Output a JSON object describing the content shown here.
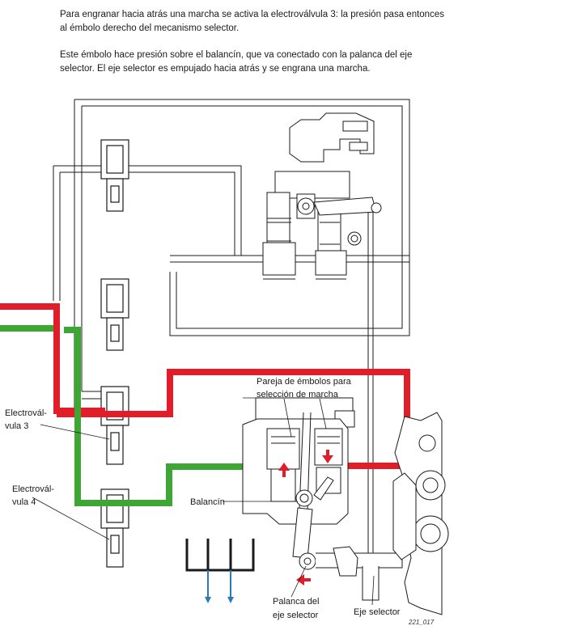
{
  "text": {
    "paragraph_1": "Para engranar hacia atrás una marcha se activa la electroválvula 3: la presión pasa entonces al émbolo derecho del mecanismo selector.",
    "paragraph_2": "Este émbolo hace presión sobre el balancín, que va conectado con la palanca del eje selector. El eje selector es empujado hacia atrás y se engrana una marcha."
  },
  "labels": {
    "electrovalvula_3": [
      "Electrovál-",
      "vula 3"
    ],
    "electrovalvula_4": [
      "Electrovál-",
      "vula 4"
    ],
    "pareja_embolos": [
      "Pareja de émbolos para",
      "selección de marcha"
    ],
    "balancin": "Balancín",
    "palanca": [
      "Palanca del",
      "eje selector"
    ],
    "eje_selector": "Eje selector",
    "figure_id": "221_017"
  },
  "colors": {
    "pressure_line": "#e01e2a",
    "return_line": "#3fa535",
    "arrow": "#e01e2a",
    "drain_arrow": "#2a7ab8",
    "outline": "#1a1a1a"
  }
}
